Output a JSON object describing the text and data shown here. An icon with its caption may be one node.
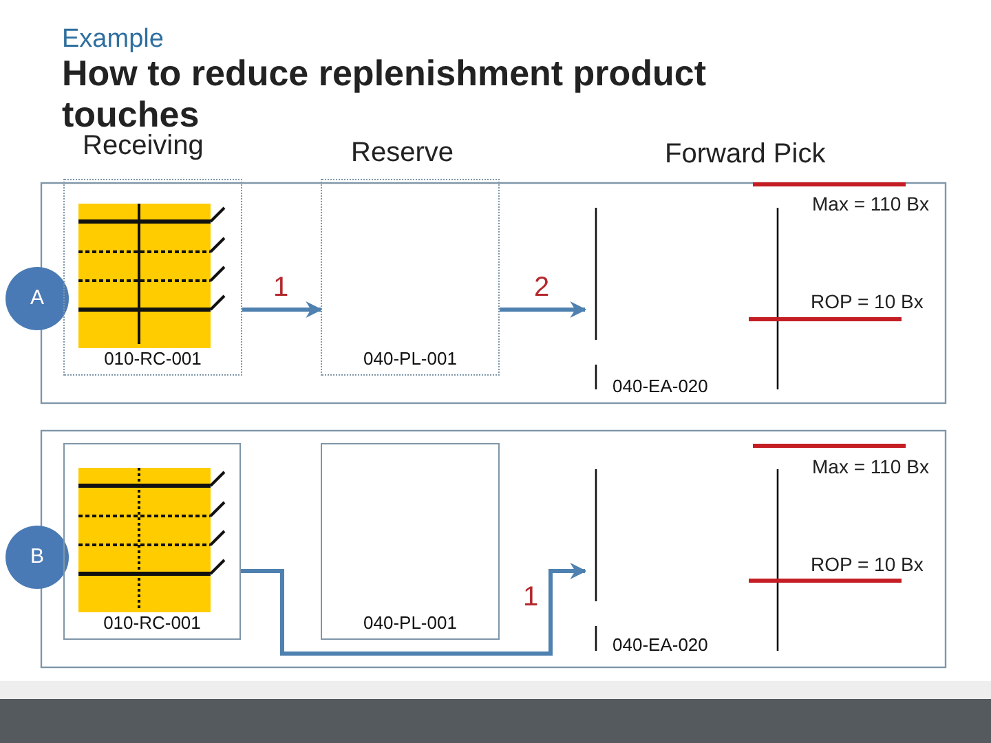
{
  "diagram": {
    "title": "How to reduce replenishment product touches",
    "nodes": [
      {
        "text": [
          "A"
        ]
      },
      {
        "text": [
          "010-RC-001"
        ]
      },
      {
        "text": [
          "040-PL-001"
        ]
      },
      {
        "text": [
          "040-EA-020"
        ]
      },
      {
        "text": [
          "B"
        ]
      },
      {
        "text": [
          "010-RC-001"
        ]
      },
      {
        "text": [
          "040-PL-001"
        ]
      },
      {
        "text": [
          "040-EA-020"
        ]
      }
    ],
    "edges": [
      {
        "from": 1,
        "to": 2,
        "arrow": "to",
        "label": "1"
      },
      {
        "from": 2,
        "to": 3,
        "arrow": "to",
        "label": "2"
      },
      {
        "from": 5,
        "to": 7,
        "arrow": "to",
        "label": "1"
      }
    ],
    "labels": [
      "Example",
      "Receiving",
      "Reserve",
      "Forward Pick",
      "Max = 110 Bx",
      "ROP = 10 Bx",
      "Max = 110 Bx",
      "ROP = 10 Bx"
    ]
  }
}
